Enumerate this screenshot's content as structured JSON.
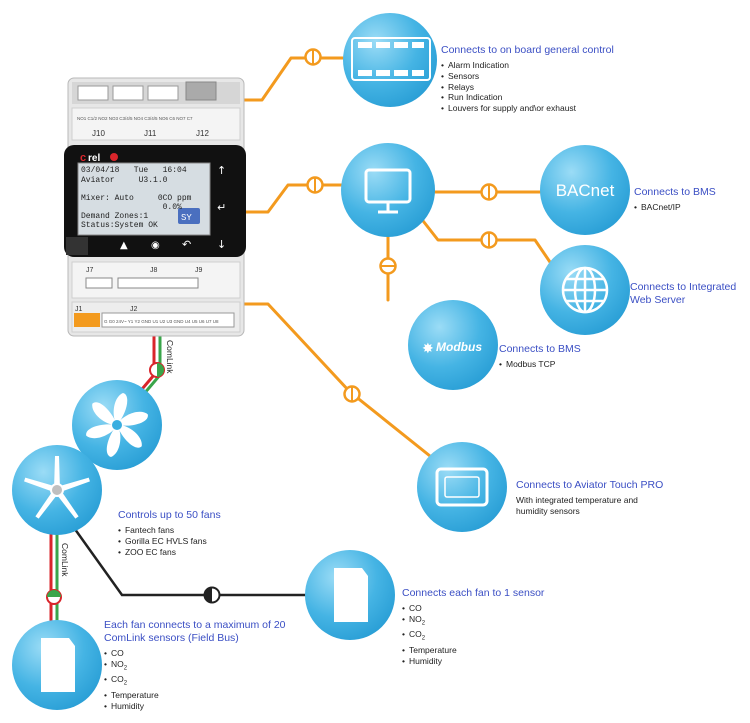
{
  "controller": {
    "brand": "carel",
    "lcd_lines": [
      "03/04/18   Tue   16:04",
      "Aviator     U3.1.0",
      "",
      "Mixer: Auto     0CO ppm",
      "                 0.0%",
      "Demand Zones:1",
      "Status:System OK"
    ],
    "lcd_badge": "SY",
    "top_labels": [
      "J10",
      "J11",
      "J12"
    ],
    "mid_labels": [
      "J7",
      "J8",
      "J9"
    ],
    "bottom_labels": [
      "J1",
      "J2"
    ],
    "terminal_top": [
      "NO1",
      "C1/2",
      "NO2",
      "NO3",
      "C3/4/5",
      "NO4",
      "C3/4/5",
      "NO6",
      "C6",
      "NO7",
      "C7"
    ],
    "terminal_bottom": [
      "G",
      "G0",
      "24V~",
      "Y1",
      "Y2",
      "GND",
      "U1",
      "U2",
      "U3",
      "GND",
      "U4",
      "U5",
      "U6",
      "U7",
      "U8"
    ]
  },
  "links": {
    "comlink_upper": "ComLink",
    "comlink_lower": "ComLink"
  },
  "nodes": {
    "board": {
      "title": "Connects to on board general control",
      "items": [
        "Alarm Indication",
        "Sensors",
        "Relays",
        "Run Indication",
        "Louvers for supply and\\or exhaust"
      ]
    },
    "bacnet": {
      "logo": "BACnet",
      "title": "Connects to BMS",
      "items": [
        "BACnet/IP"
      ]
    },
    "web": {
      "title_lines": [
        "Connects to Integrated",
        "Web Server"
      ]
    },
    "modbus": {
      "logo": "Modbus",
      "title": "Connects to BMS",
      "items": [
        "Modbus TCP"
      ]
    },
    "touch": {
      "title": "Connects to Aviator Touch PRO",
      "desc_lines": [
        "With integrated temperature and",
        "humidity sensors"
      ]
    },
    "fans": {
      "title": "Controls up to 50 fans",
      "items": [
        "Fantech fans",
        "Gorilla EC HVLS fans",
        "ZOO EC fans"
      ]
    },
    "sensor_fan": {
      "title": "Connects each fan to 1 sensor",
      "items": [
        "CO",
        "NO",
        "CO",
        "Temperature",
        "Humidity"
      ],
      "subs": [
        "",
        "2",
        "2",
        "",
        ""
      ]
    },
    "comlink_sensors": {
      "title_lines": [
        "Each fan connects to a maximum of 20",
        "ComLink sensors (Field Bus)"
      ],
      "items": [
        "CO",
        "NO",
        "CO",
        "Temperature",
        "Humidity"
      ],
      "subs": [
        "",
        "2",
        "2",
        "",
        ""
      ]
    }
  },
  "colors": {
    "circle": "#3aaee0",
    "circle_light": "#8fd3f2",
    "orange": "#f39a1e",
    "black_line": "#222222",
    "green": "#3aa54a",
    "red": "#d9252b",
    "title_blue": "#3b4fc4"
  }
}
